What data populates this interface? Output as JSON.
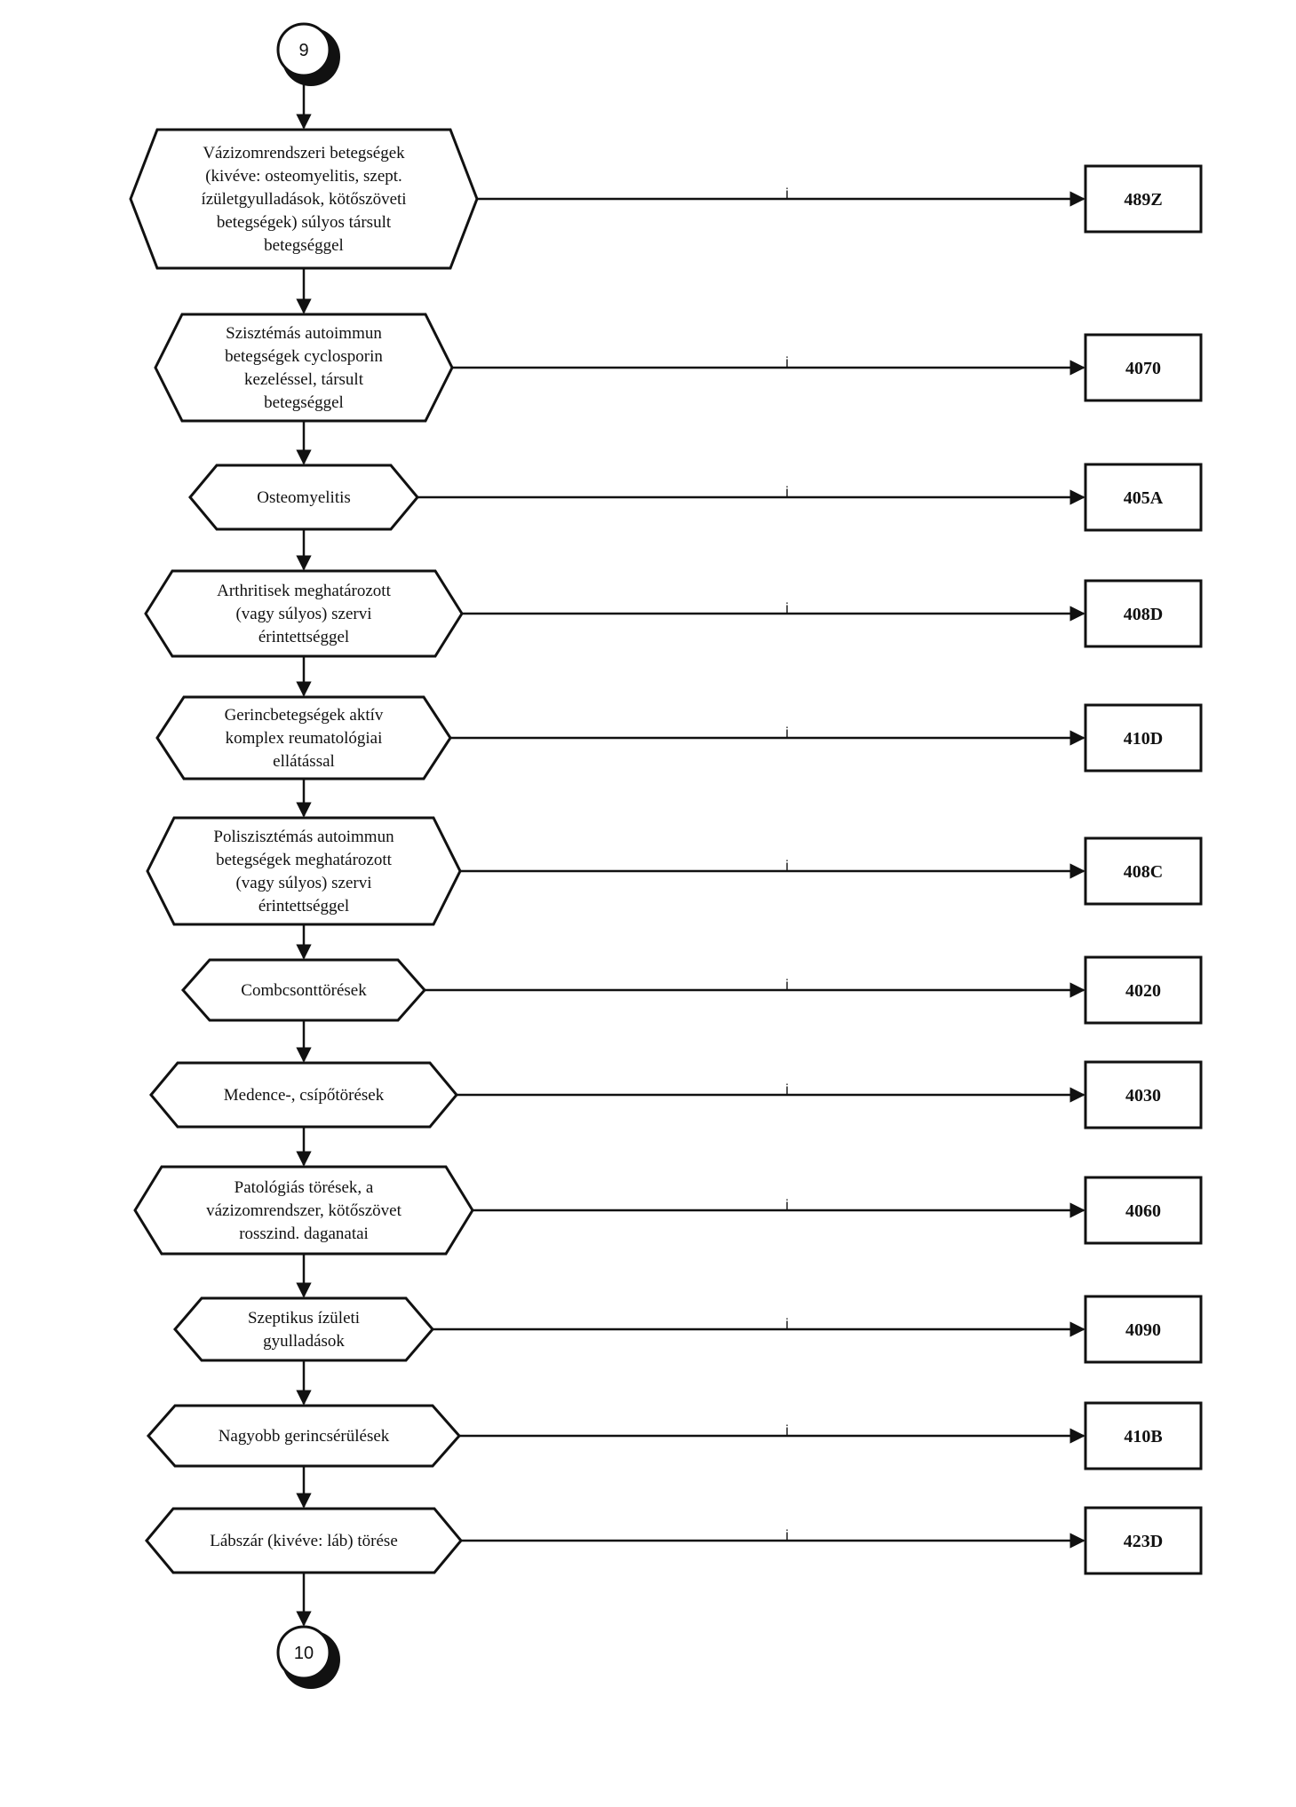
{
  "connectors": {
    "start": "9",
    "end": "10"
  },
  "steps": [
    {
      "lines": [
        "Vázizomrendszeri betegségek",
        "(kivéve: osteomyelitis, szept.",
        "ízületgyulladások, kötőszöveti",
        "betegségek) súlyos társult",
        "betegséggel"
      ],
      "branch": "i",
      "code": "489Z"
    },
    {
      "lines": [
        "Szisztémás autoimmun",
        "betegségek cyclosporin",
        "kezeléssel, társult",
        "betegséggel"
      ],
      "branch": "i",
      "code": "4070"
    },
    {
      "lines": [
        "Osteomyelitis"
      ],
      "branch": "i",
      "code": "405A"
    },
    {
      "lines": [
        "Arthritisek meghatározott",
        "(vagy súlyos) szervi",
        "érintettséggel"
      ],
      "branch": "i",
      "code": "408D"
    },
    {
      "lines": [
        "Gerincbetegségek aktív",
        "komplex reumatológiai",
        "ellátással"
      ],
      "branch": "i",
      "code": "410D"
    },
    {
      "lines": [
        "Poliszisztémás autoimmun",
        "betegségek meghatározott",
        "(vagy súlyos) szervi",
        "érintettséggel"
      ],
      "branch": "i",
      "code": "408C"
    },
    {
      "lines": [
        "Combcsonttörések"
      ],
      "branch": "i",
      "code": "4020"
    },
    {
      "lines": [
        "Medence-, csípőtörések"
      ],
      "branch": "i",
      "code": "4030"
    },
    {
      "lines": [
        "Patológiás törések, a",
        "vázizomrendszer, kötőszövet",
        "rosszind. daganatai"
      ],
      "branch": "i",
      "code": "4060"
    },
    {
      "lines": [
        "Szeptikus ízületi",
        "gyulladások"
      ],
      "branch": "i",
      "code": "4090"
    },
    {
      "lines": [
        "Nagyobb gerincsérülések"
      ],
      "branch": "i",
      "code": "410B"
    },
    {
      "lines": [
        "Lábszár (kivéve: láb)  törése"
      ],
      "branch": "i",
      "code": "423D"
    }
  ]
}
